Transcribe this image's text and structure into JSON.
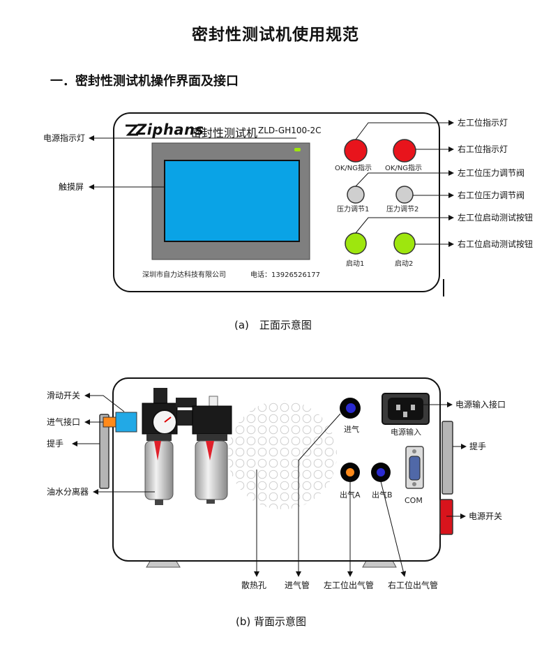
{
  "title": "密封性测试机使用规范",
  "section": "一．密封性测试机操作界面及接口",
  "front": {
    "brand": "Ziphans",
    "product": "密封性测试机",
    "model": "ZLD-GH100-2C",
    "company": "深圳市自力达科技有限公司",
    "phone": "电话：13926526177",
    "ok_ng_left": "OK/NG指示",
    "ok_ng_right": "OK/NG指示",
    "pressure_1": "压力调节1",
    "pressure_2": "压力调节2",
    "start_1": "启动1",
    "start_2": "启动2",
    "caption": "(a)　正面示意图",
    "callouts": {
      "power_light": "电源指示灯",
      "touch_screen": "触摸屏",
      "left_light": "左工位指示灯",
      "right_light": "右工位指示灯",
      "left_valve": "左工位压力调节阀",
      "right_valve": "右工位压力调节阀",
      "left_start": "左工位启动测试按钮",
      "right_start": "右工位启动测试按钮"
    }
  },
  "back": {
    "air_in": "进气",
    "power_in": "电源输入",
    "out_a": "出气A",
    "out_b": "出气B",
    "com": "COM",
    "caption": "(b)  背面示意图",
    "callouts": {
      "slide_switch": "滑动开关",
      "air_inlet": "进气接口",
      "handle_left": "提手",
      "oil_water": "油水分离器",
      "power_socket": "电源输入接口",
      "handle_right": "提手",
      "power_switch": "电源开关",
      "vent": "散热孔",
      "inlet_pipe": "进气管",
      "left_out_pipe": "左工位出气管",
      "right_out_pipe": "右工位出气管"
    }
  },
  "colors": {
    "indicator_red": "#e8141c",
    "start_green": "#9ee60e",
    "screen_blue": "#0aa3e6",
    "valve_gray": "#cfcfcf",
    "port_blue": "#2a2ad0",
    "port_orange": "#ff8a1a",
    "power_switch_red": "#d8141c"
  }
}
